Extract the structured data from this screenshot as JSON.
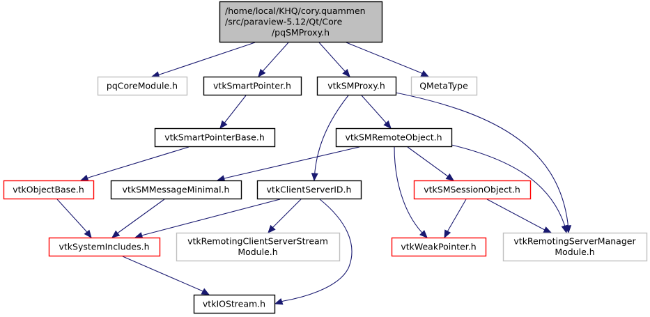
{
  "title": "Include dependency graph for pqSMProxy.h",
  "colors": {
    "edge": "#191970",
    "root_fill": "#bfbfbf",
    "root_border": "#000000",
    "documented_border": "#000000",
    "truncated_border": "#ff0000",
    "external_border": "#bfbfbf",
    "node_fill": "#ffffff"
  },
  "nodes": [
    {
      "id": "root",
      "kind": "root",
      "lines": [
        "/home/local/KHQ/cory.quammen",
        "/src/paraview-5.12/Qt/Core",
        "/pqSMProxy.h"
      ]
    },
    {
      "id": "pqCoreModule",
      "kind": "external",
      "lines": [
        "pqCoreModule.h"
      ]
    },
    {
      "id": "vtkSmartPointer",
      "kind": "documented",
      "lines": [
        "vtkSmartPointer.h"
      ]
    },
    {
      "id": "vtkSMProxy",
      "kind": "documented",
      "lines": [
        "vtkSMProxy.h"
      ]
    },
    {
      "id": "QMetaType",
      "kind": "external",
      "lines": [
        "QMetaType"
      ]
    },
    {
      "id": "vtkSmartPointerBase",
      "kind": "documented",
      "lines": [
        "vtkSmartPointerBase.h"
      ]
    },
    {
      "id": "vtkSMRemoteObject",
      "kind": "documented",
      "lines": [
        "vtkSMRemoteObject.h"
      ]
    },
    {
      "id": "vtkObjectBase",
      "kind": "truncated",
      "lines": [
        "vtkObjectBase.h"
      ]
    },
    {
      "id": "vtkSMMessageMinimal",
      "kind": "documented",
      "lines": [
        "vtkSMMessageMinimal.h"
      ]
    },
    {
      "id": "vtkClientServerID",
      "kind": "documented",
      "lines": [
        "vtkClientServerID.h"
      ]
    },
    {
      "id": "vtkSMSessionObject",
      "kind": "truncated",
      "lines": [
        "vtkSMSessionObject.h"
      ]
    },
    {
      "id": "vtkSystemIncludes",
      "kind": "truncated",
      "lines": [
        "vtkSystemIncludes.h"
      ]
    },
    {
      "id": "vtkRemotingClientServerStreamModule",
      "kind": "external",
      "lines": [
        "vtkRemotingClientServerStream",
        "Module.h"
      ]
    },
    {
      "id": "vtkWeakPointer",
      "kind": "truncated",
      "lines": [
        "vtkWeakPointer.h"
      ]
    },
    {
      "id": "vtkRemotingServerManagerModule",
      "kind": "external",
      "lines": [
        "vtkRemotingServerManager",
        "Module.h"
      ]
    },
    {
      "id": "vtkIOStream",
      "kind": "documented",
      "lines": [
        "vtkIOStream.h"
      ]
    }
  ],
  "edges": [
    {
      "from": "root",
      "to": "pqCoreModule"
    },
    {
      "from": "root",
      "to": "vtkSmartPointer"
    },
    {
      "from": "root",
      "to": "vtkSMProxy"
    },
    {
      "from": "root",
      "to": "QMetaType"
    },
    {
      "from": "vtkSmartPointer",
      "to": "vtkSmartPointerBase"
    },
    {
      "from": "vtkSmartPointerBase",
      "to": "vtkObjectBase"
    },
    {
      "from": "vtkSMProxy",
      "to": "vtkSMRemoteObject"
    },
    {
      "from": "vtkSMProxy",
      "to": "vtkClientServerID"
    },
    {
      "from": "vtkSMProxy",
      "to": "vtkRemotingServerManagerModule"
    },
    {
      "from": "vtkSMRemoteObject",
      "to": "vtkSMMessageMinimal"
    },
    {
      "from": "vtkSMRemoteObject",
      "to": "vtkSMSessionObject"
    },
    {
      "from": "vtkSMRemoteObject",
      "to": "vtkWeakPointer"
    },
    {
      "from": "vtkSMRemoteObject",
      "to": "vtkRemotingServerManagerModule"
    },
    {
      "from": "vtkObjectBase",
      "to": "vtkSystemIncludes"
    },
    {
      "from": "vtkSMMessageMinimal",
      "to": "vtkSystemIncludes"
    },
    {
      "from": "vtkClientServerID",
      "to": "vtkSystemIncludes"
    },
    {
      "from": "vtkClientServerID",
      "to": "vtkRemotingClientServerStreamModule"
    },
    {
      "from": "vtkClientServerID",
      "to": "vtkIOStream"
    },
    {
      "from": "vtkSMSessionObject",
      "to": "vtkWeakPointer"
    },
    {
      "from": "vtkSMSessionObject",
      "to": "vtkRemotingServerManagerModule"
    },
    {
      "from": "vtkSystemIncludes",
      "to": "vtkIOStream"
    }
  ]
}
